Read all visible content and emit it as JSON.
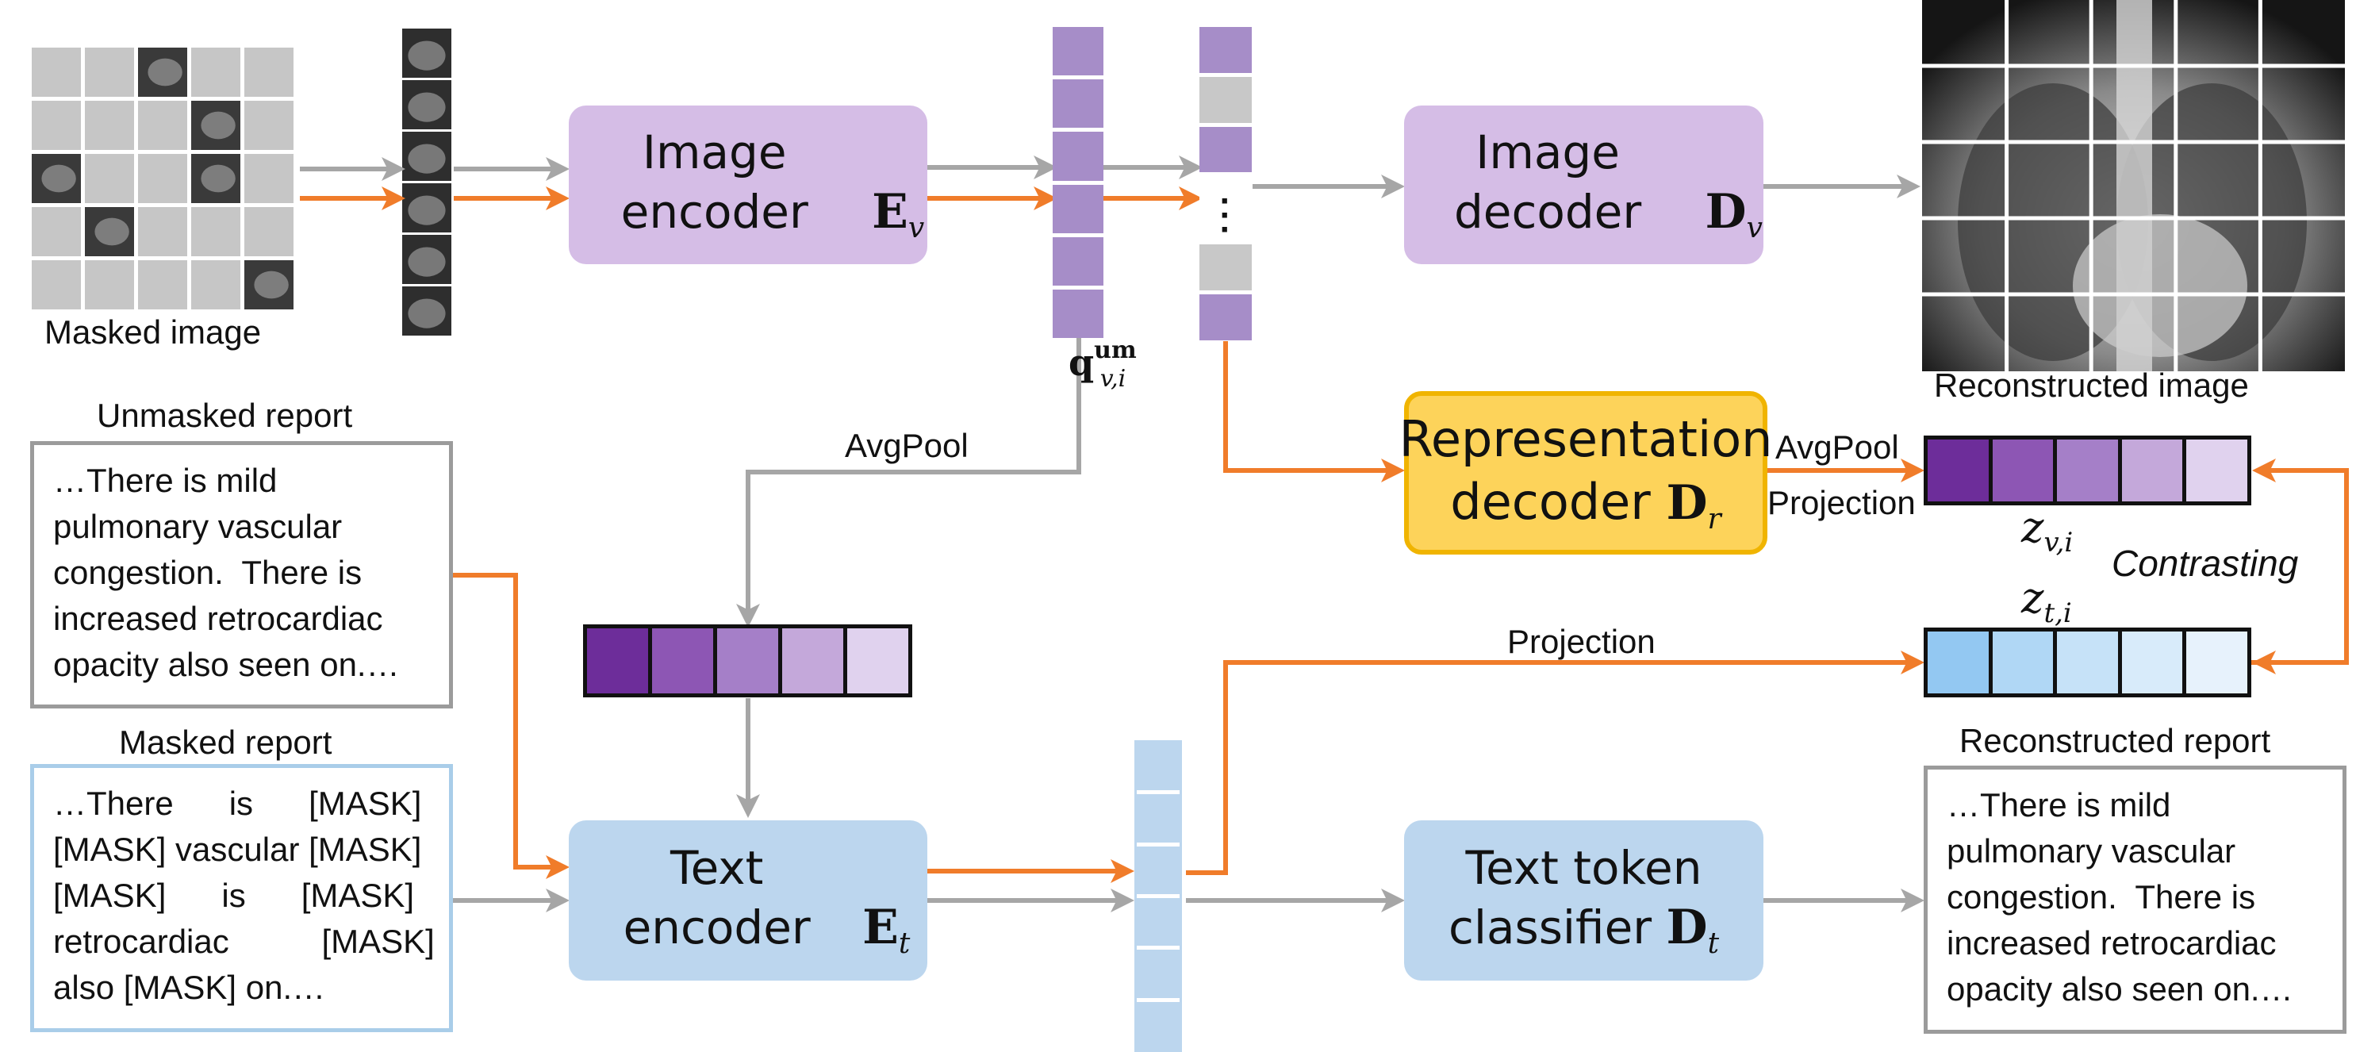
{
  "image_labels": {
    "masked_image": "Masked image",
    "reconstructed_image": "Reconstructed image"
  },
  "modules": {
    "image_encoder": {
      "text": "Image encoder",
      "symbol": "E",
      "sub": "v"
    },
    "image_decoder": {
      "text": "Image decoder",
      "symbol": "D",
      "sub": "v"
    },
    "representation_decoder": {
      "line1": "Representation",
      "line2": "decoder",
      "symbol": "D",
      "sub": "r"
    },
    "text_encoder": {
      "text": "Text encoder",
      "symbol": "E",
      "sub": "t"
    },
    "text_token_classifier": {
      "line1": "Text token",
      "line2": "classifier",
      "symbol": "D",
      "sub": "t"
    }
  },
  "reports": {
    "unmasked_title": "Unmasked report",
    "unmasked_lines": [
      "…There is mild",
      "pulmonary vascular",
      "congestion.  There is",
      "increased retrocardiac",
      "opacity also seen on.…"
    ],
    "masked_title": "Masked report",
    "masked_lines": [
      "…There      is      [MASK]",
      "[MASK] vascular [MASK]",
      "[MASK]      is      [MASK]",
      "retrocardiac          [MASK]",
      "also [MASK] on.…"
    ],
    "reconstructed_title": "Reconstructed report",
    "reconstructed_lines": [
      "…There is mild",
      "pulmonary vascular",
      "congestion.  There is",
      "increased retrocardiac",
      "opacity also seen on.…"
    ]
  },
  "edge_labels": {
    "avgpool_left": "AvgPool",
    "avgpool_right": "AvgPool",
    "projection_upper": "Projection",
    "projection_lower": "Projection",
    "contrasting": "Contrasting"
  },
  "embeddings": {
    "q_symbol": "q",
    "q_sup": "um",
    "q_sub": "v,i",
    "zv_symbol": "z",
    "zv_sub": "v,i",
    "zt_symbol": "z",
    "zt_sub": "t,i"
  },
  "colors": {
    "orange_arrow": "#f07c2a",
    "gray_arrow": "#a6a6a6",
    "purple_palette": [
      "#6d2d9a",
      "#8d56b4",
      "#a57fc8",
      "#c4a8da",
      "#e0d2ee"
    ],
    "blue_palette": [
      "#93c8f2",
      "#b0d7f5",
      "#c6e2f8",
      "#d8ebfa",
      "#e7f2fc"
    ],
    "image_token": "#a68dc8",
    "masked_token": "#c8c8c8",
    "text_token": "#bcd6ee"
  }
}
